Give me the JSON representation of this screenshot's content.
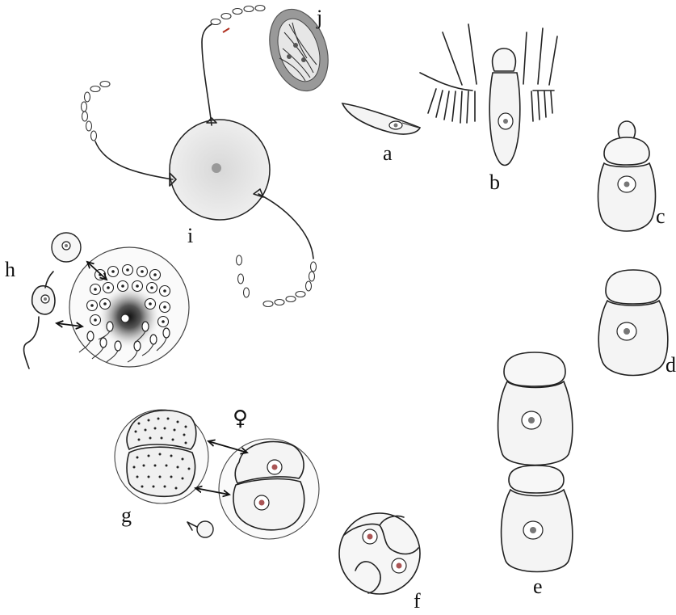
{
  "labels": {
    "a": "a",
    "b": "b",
    "c": "c",
    "d": "d",
    "e": "e",
    "f": "f",
    "g": "g",
    "h": "h",
    "i": "i",
    "j": "j"
  },
  "symbols": {
    "female": "♀"
  }
}
